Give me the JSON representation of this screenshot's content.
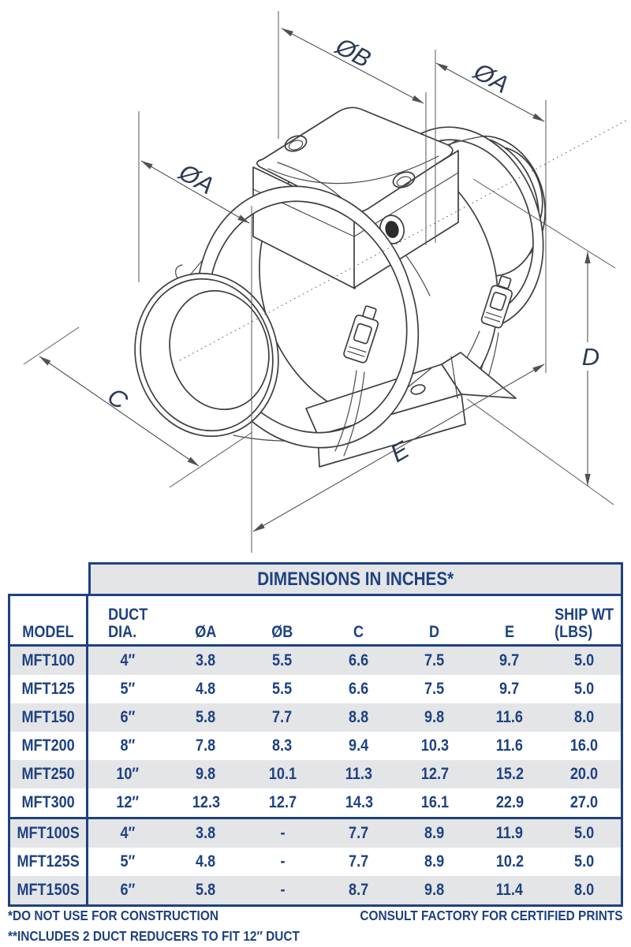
{
  "diagram": {
    "labels": {
      "dia_b": "ØB",
      "dia_a_right": "ØA",
      "dia_a_left": "ØA",
      "c": "C",
      "d": "D",
      "e": "E"
    }
  },
  "table": {
    "title": "DIMENSIONS IN INCHES*",
    "columns": [
      {
        "lines": [
          "MODEL"
        ]
      },
      {
        "lines": [
          "DUCT",
          "DIA."
        ]
      },
      {
        "lines": [
          "ØA"
        ]
      },
      {
        "lines": [
          "ØB"
        ]
      },
      {
        "lines": [
          "C"
        ]
      },
      {
        "lines": [
          "D"
        ]
      },
      {
        "lines": [
          "E"
        ]
      },
      {
        "lines": [
          "SHIP WT",
          "(LBS)"
        ]
      }
    ],
    "rows": [
      [
        "MFT100",
        "4″",
        "3.8",
        "5.5",
        "6.6",
        "7.5",
        "9.7",
        "5.0"
      ],
      [
        "MFT125",
        "5″",
        "4.8",
        "5.5",
        "6.6",
        "7.5",
        "9.7",
        "5.0"
      ],
      [
        "MFT150",
        "6″",
        "5.8",
        "7.7",
        "8.8",
        "9.8",
        "11.6",
        "8.0"
      ],
      [
        "MFT200",
        "8″",
        "7.8",
        "8.3",
        "9.4",
        "10.3",
        "11.6",
        "16.0"
      ],
      [
        "MFT250",
        "10″",
        "9.8",
        "10.1",
        "11.3",
        "12.7",
        "15.2",
        "20.0"
      ],
      [
        "MFT300",
        "12″",
        "12.3",
        "12.7",
        "14.3",
        "16.1",
        "22.9",
        "27.0"
      ],
      [
        "MFT100S",
        "4″",
        "3.8",
        "-",
        "7.7",
        "8.9",
        "11.9",
        "5.0"
      ],
      [
        "MFT125S",
        "5″",
        "4.8",
        "-",
        "7.7",
        "8.9",
        "10.2",
        "5.0"
      ],
      [
        "MFT150S",
        "6″",
        "5.8",
        "-",
        "8.7",
        "9.8",
        "11.4",
        "8.0"
      ]
    ]
  },
  "footnotes": {
    "left1": "*DO NOT USE FOR CONSTRUCTION",
    "left2": "**INCLUDES 2 DUCT REDUCERS TO FIT 12″ DUCT",
    "right": "CONSULT FACTORY FOR CERTIFIED PRINTS"
  },
  "colors": {
    "navy": "#1e4282",
    "row_gray": "#e4e5e7",
    "line": "#3e3f41"
  }
}
